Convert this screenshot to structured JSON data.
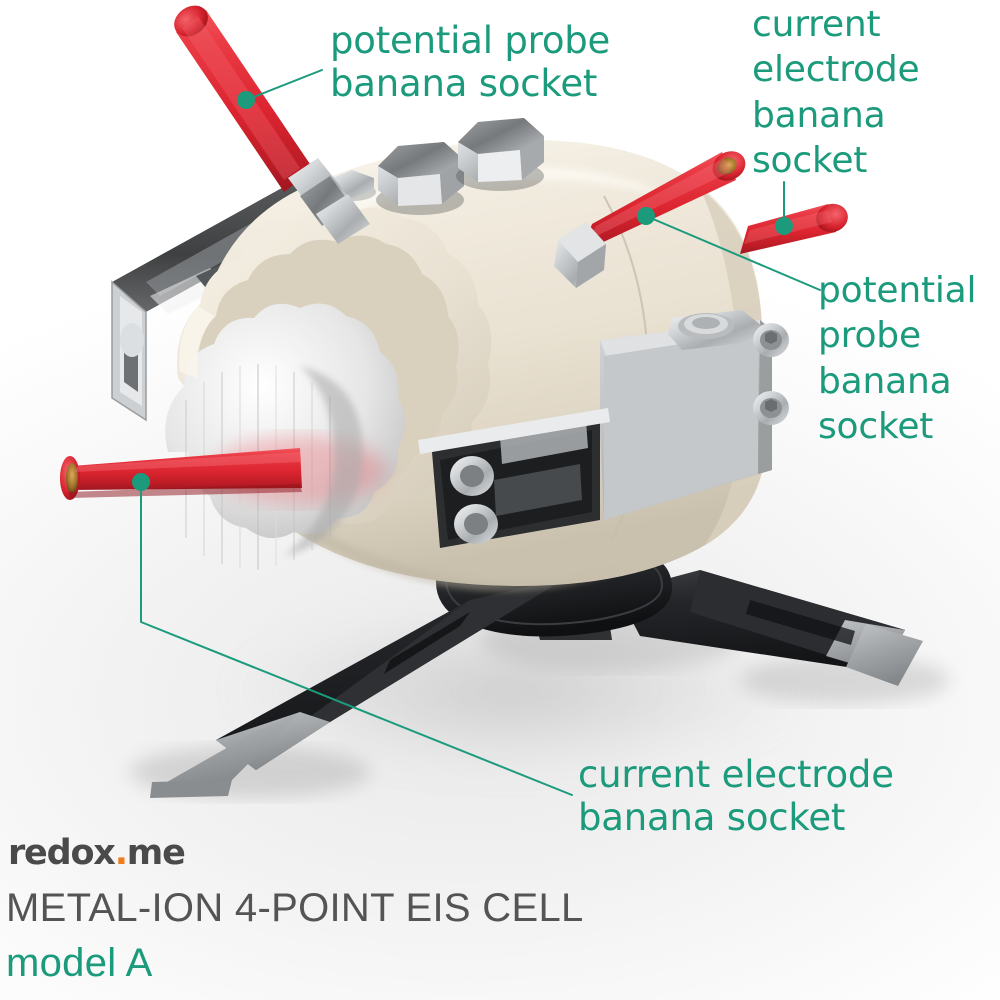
{
  "image": {
    "subject": "metal-ion 4-point EIS electrochemical cell, 3D render on white background",
    "accent_teal": "#1b9b7c",
    "plug_red": "#e02a34",
    "body_cream": "#ece4d4",
    "metal_gray": "#b9bcbe",
    "tripod_black": "#222326",
    "tripod_tip_gray": "#9a9da0",
    "logo_orange": "#f07d1a",
    "title_gray": "#545454"
  },
  "callouts": [
    {
      "id": "potential-probe-top-left",
      "text": "potential probe\nbanana socket",
      "lines": [
        "potential probe",
        "banana socket"
      ]
    },
    {
      "id": "current-electrode-top-right",
      "text": "current\nelectrode\nbanana\nsocket",
      "lines": [
        "current",
        "electrode",
        "banana",
        "socket"
      ]
    },
    {
      "id": "potential-probe-right",
      "text": "potential\nprobe\nbanana\nsocket",
      "lines": [
        "potential",
        "probe",
        "banana",
        "socket"
      ]
    },
    {
      "id": "current-electrode-bottom",
      "text": "current electrode\nbanana socket",
      "lines": [
        "current electrode",
        "banana socket"
      ]
    }
  ],
  "branding": {
    "logo_part1": "redox",
    "logo_dot": ".",
    "logo_part2": "me",
    "product_title": "METAL-ION 4-POINT EIS CELL",
    "product_model": "model A"
  },
  "parts": {
    "banana_sockets_count": 4,
    "socket_names": [
      "potential probe banana socket",
      "current electrode banana socket",
      "potential probe banana socket",
      "current electrode banana socket"
    ],
    "hex_caps": 2,
    "side_plate_screws": 2,
    "tripod_legs": 3
  }
}
